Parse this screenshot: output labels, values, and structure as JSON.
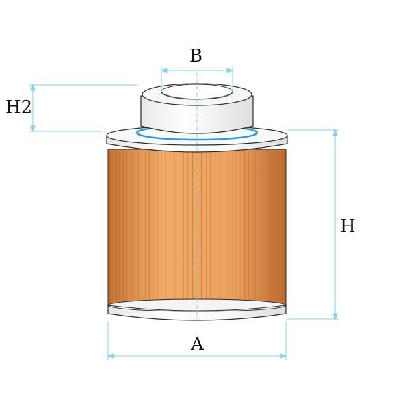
{
  "dimensions": {
    "b": "B",
    "h2": "H2",
    "h": "H",
    "a": "A"
  },
  "colors": {
    "dimension_line": "#7fd3ea",
    "filter_media": "#e9a058",
    "filter_media_dark": "#b8692c",
    "outline": "#2a2a2a",
    "seal": "#2a9fd6",
    "end_cap": "#ffffff"
  },
  "pleat_count": 60
}
